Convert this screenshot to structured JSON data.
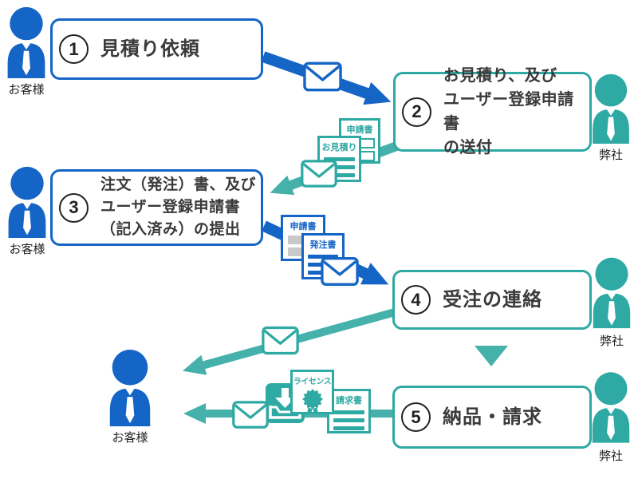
{
  "colors": {
    "blue": "#1465C6",
    "teal": "#2FA9A3",
    "tealArrow": "#46B1AA",
    "gray": "#C9C9C9",
    "ink": "#3A3A3A"
  },
  "actors": {
    "customer": "お客様",
    "company": "弊社"
  },
  "steps": [
    {
      "num": "1",
      "lines": [
        "見積り依頼"
      ]
    },
    {
      "num": "2",
      "lines": [
        "お見積り、及び",
        "ユーザー登録申請書",
        "の送付"
      ]
    },
    {
      "num": "3",
      "lines": [
        "注文（発注）書、及び",
        "ユーザー登録申請書",
        "（記入済み）の提出"
      ]
    },
    {
      "num": "4",
      "lines": [
        "受注の連絡"
      ]
    },
    {
      "num": "5",
      "lines": [
        "納品・請求"
      ]
    }
  ],
  "docs": {
    "application": "申請書",
    "quote": "お見積り",
    "order": "発注書",
    "license": "ライセンス",
    "invoice": "請求書"
  }
}
